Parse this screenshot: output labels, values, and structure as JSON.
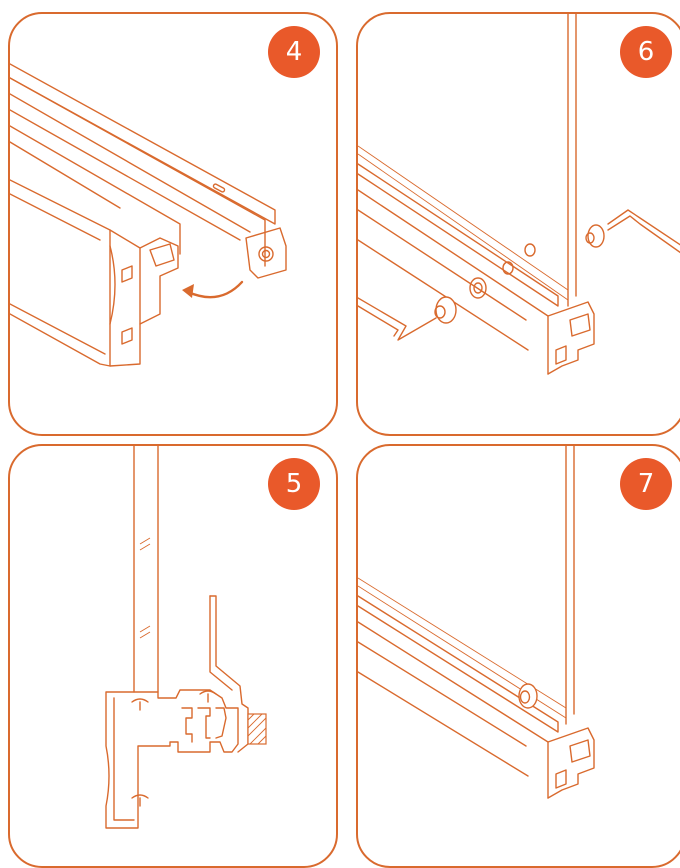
{
  "steps": [
    {
      "number": "4"
    },
    {
      "number": "6"
    },
    {
      "number": "5"
    },
    {
      "number": "7"
    }
  ],
  "colors": {
    "line": "#d96a2e",
    "badge": "#e9592a",
    "badge_text": "#ffffff",
    "background": "#ffffff"
  }
}
